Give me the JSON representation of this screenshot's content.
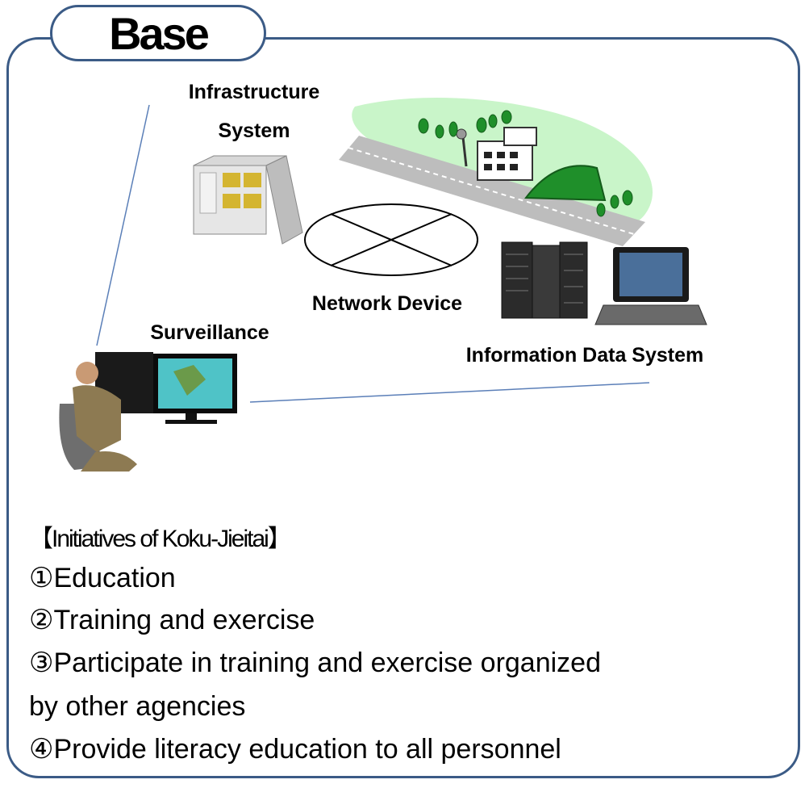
{
  "title": "Base",
  "labels": {
    "infrastructure": "Infrastructure",
    "system": "System",
    "network_device": "Network Device",
    "surveillance": "Surveillance",
    "information_data_system": "Information Data System"
  },
  "initiatives": {
    "heading": "【Initiatives of Koku-Jieitai】",
    "items": [
      "①Education",
      "②Training and exercise",
      "③Participate in training and exercise organized by other agencies",
      "④Provide literacy education to all personnel"
    ]
  },
  "colors": {
    "border": "#3b5b86",
    "grass": "#c9f5c9",
    "hangar": "#1f8f2a",
    "road": "#bfbfbf"
  }
}
